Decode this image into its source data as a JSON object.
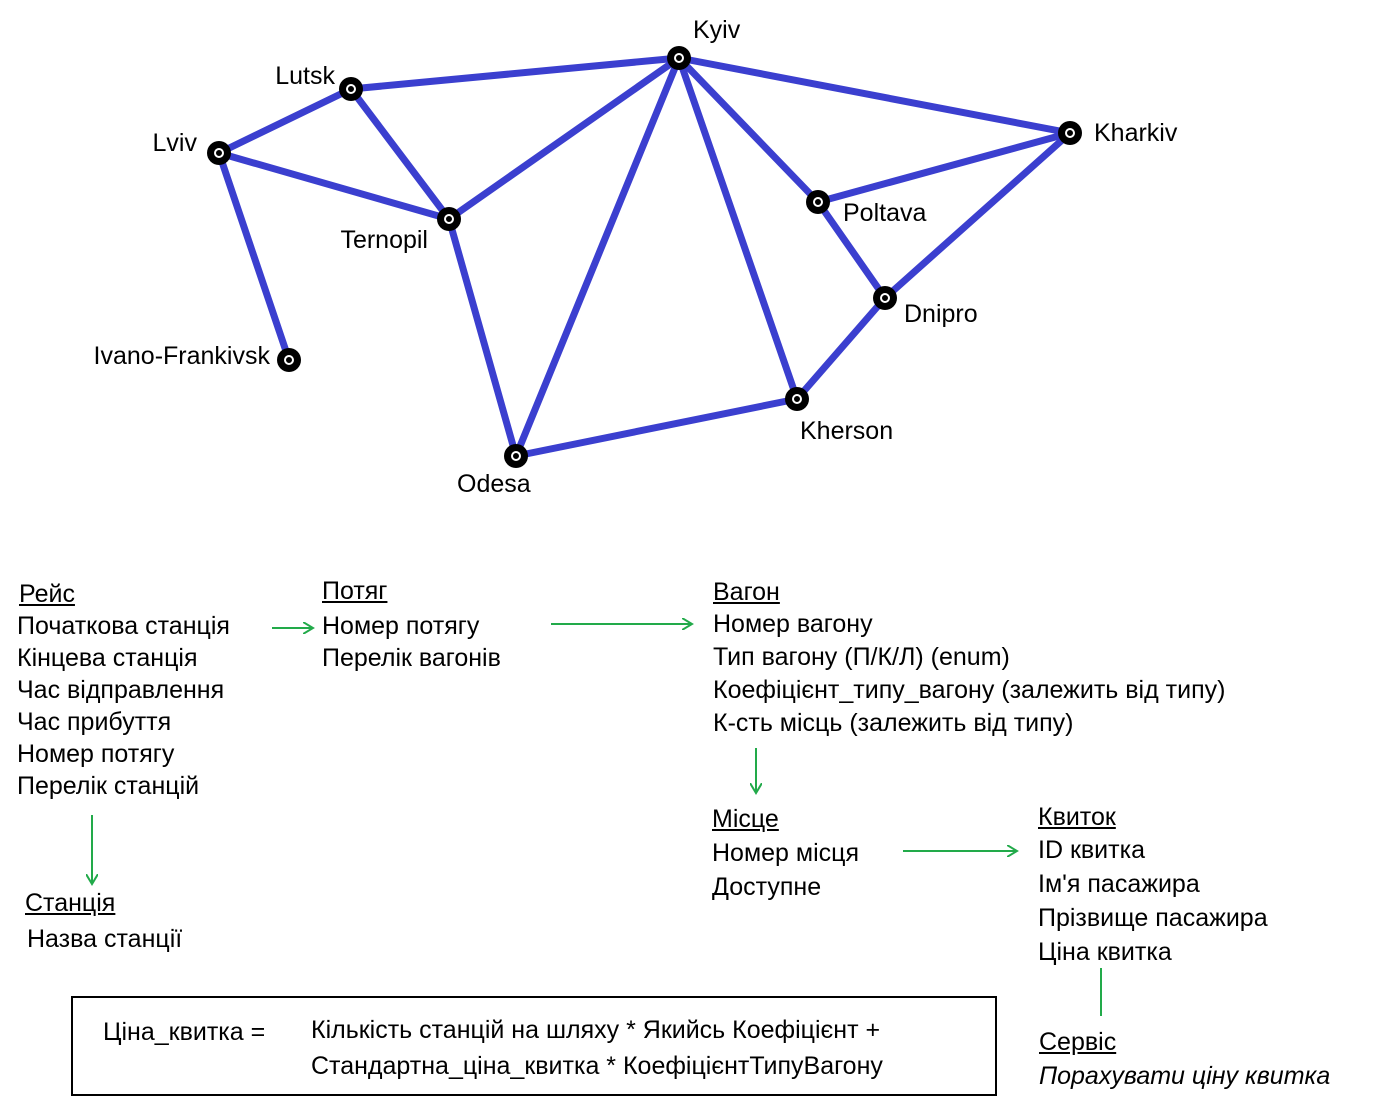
{
  "map": {
    "cities": [
      {
        "id": "kyiv",
        "name": "Kyiv"
      },
      {
        "id": "lutsk",
        "name": "Lutsk"
      },
      {
        "id": "lviv",
        "name": "Lviv"
      },
      {
        "id": "ternopil",
        "name": "Ternopil"
      },
      {
        "id": "ivano",
        "name": "Ivano-Frankivsk"
      },
      {
        "id": "kharkiv",
        "name": "Kharkiv"
      },
      {
        "id": "poltava",
        "name": "Poltava"
      },
      {
        "id": "dnipro",
        "name": "Dnipro"
      },
      {
        "id": "kherson",
        "name": "Kherson"
      },
      {
        "id": "odesa",
        "name": "Odesa"
      }
    ],
    "edges": [
      [
        "lviv",
        "lutsk"
      ],
      [
        "lviv",
        "ternopil"
      ],
      [
        "lviv",
        "ivano"
      ],
      [
        "lutsk",
        "kyiv"
      ],
      [
        "lutsk",
        "ternopil"
      ],
      [
        "ternopil",
        "kyiv"
      ],
      [
        "ternopil",
        "odesa"
      ],
      [
        "kyiv",
        "odesa"
      ],
      [
        "kyiv",
        "kherson"
      ],
      [
        "kyiv",
        "poltava"
      ],
      [
        "kyiv",
        "kharkiv"
      ],
      [
        "poltava",
        "kharkiv"
      ],
      [
        "poltava",
        "dnipro"
      ],
      [
        "kharkiv",
        "dnipro"
      ],
      [
        "dnipro",
        "kherson"
      ],
      [
        "kherson",
        "odesa"
      ]
    ],
    "edge_color": "#3b3fcf"
  },
  "entities": {
    "reys": {
      "title": "Рейс",
      "fields": [
        "Початкова станція",
        "Кінцева станція",
        "Час відправлення",
        "Час прибуття",
        "Номер потягу",
        "Перелік станцій"
      ]
    },
    "potyag": {
      "title": "Потяг",
      "fields": [
        "Номер потягу",
        "Перелік вагонів"
      ]
    },
    "vagon": {
      "title": "Вагон",
      "fields": [
        "Номер вагону",
        "Тип вагону (П/К/Л) (enum)",
        "Коефіцієнт_типу_вагону (залежить від типу)",
        "К-сть місць (залежить від типу)"
      ]
    },
    "stantsiya": {
      "title": "Станція",
      "fields": [
        "Назва станції"
      ]
    },
    "mistse": {
      "title": "Місце",
      "fields": [
        "Номер місця",
        "Доступне"
      ]
    },
    "kvytok": {
      "title": "Квиток",
      "fields": [
        "ID квитка",
        "Ім'я пасажира",
        "Прізвище пасажира",
        "Ціна квитка"
      ]
    },
    "servis": {
      "title": "Сервіс",
      "fields": [
        "Порахувати ціну квитка"
      ]
    }
  },
  "arrow_color": "#22aa4a",
  "formula": {
    "lhs": "Ціна_квитка =",
    "rhs_line1": "Кількість станцій на шляху * Якийсь Коефіцієнт +",
    "rhs_line2": "Стандартна_ціна_квитка * КоефіцієнтТипуВагону"
  }
}
